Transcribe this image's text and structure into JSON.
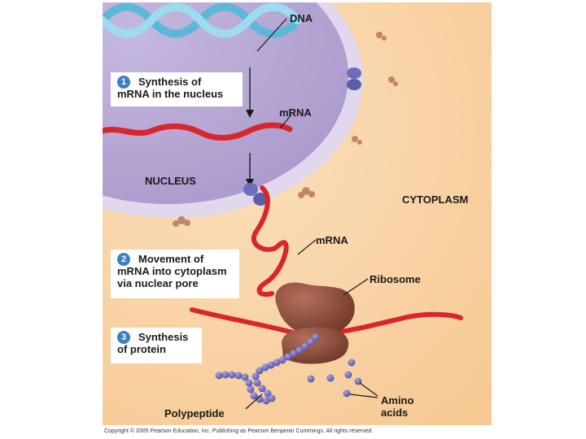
{
  "labels": {
    "dna": "DNA",
    "mrna_top": "mRNA",
    "nucleus": "NUCLEUS",
    "cytoplasm": "CYTOPLASM",
    "mrna_mid": "mRNA",
    "ribosome": "Ribosome",
    "amino_line1": "Amino",
    "amino_line2": "acids",
    "polypeptide": "Polypeptide"
  },
  "steps": [
    {
      "number": "1",
      "line1": "Synthesis of",
      "line2": "mRNA in the nucleus"
    },
    {
      "number": "2",
      "line1": "Movement of",
      "line2": "mRNA into cytoplasm",
      "line3": "via nuclear pore"
    },
    {
      "number": "3",
      "line1": "Synthesis",
      "line2": "of protein"
    }
  ],
  "copyright": "Copyright © 2005 Pearson Education, Inc. Publishing as Pearson Benjamin Cummings. All rights reserved.",
  "colors": {
    "cytoplasm": "#f9d2a6",
    "nucleus": "#b9a9d6",
    "membrane": "#d9cfe8",
    "dna": "#7fcbe6",
    "mrna": "#d8262c",
    "ribosome": "#8b4a3a",
    "amino_acid": "#6f6ab8",
    "step_badge": "#3b7fc4"
  }
}
